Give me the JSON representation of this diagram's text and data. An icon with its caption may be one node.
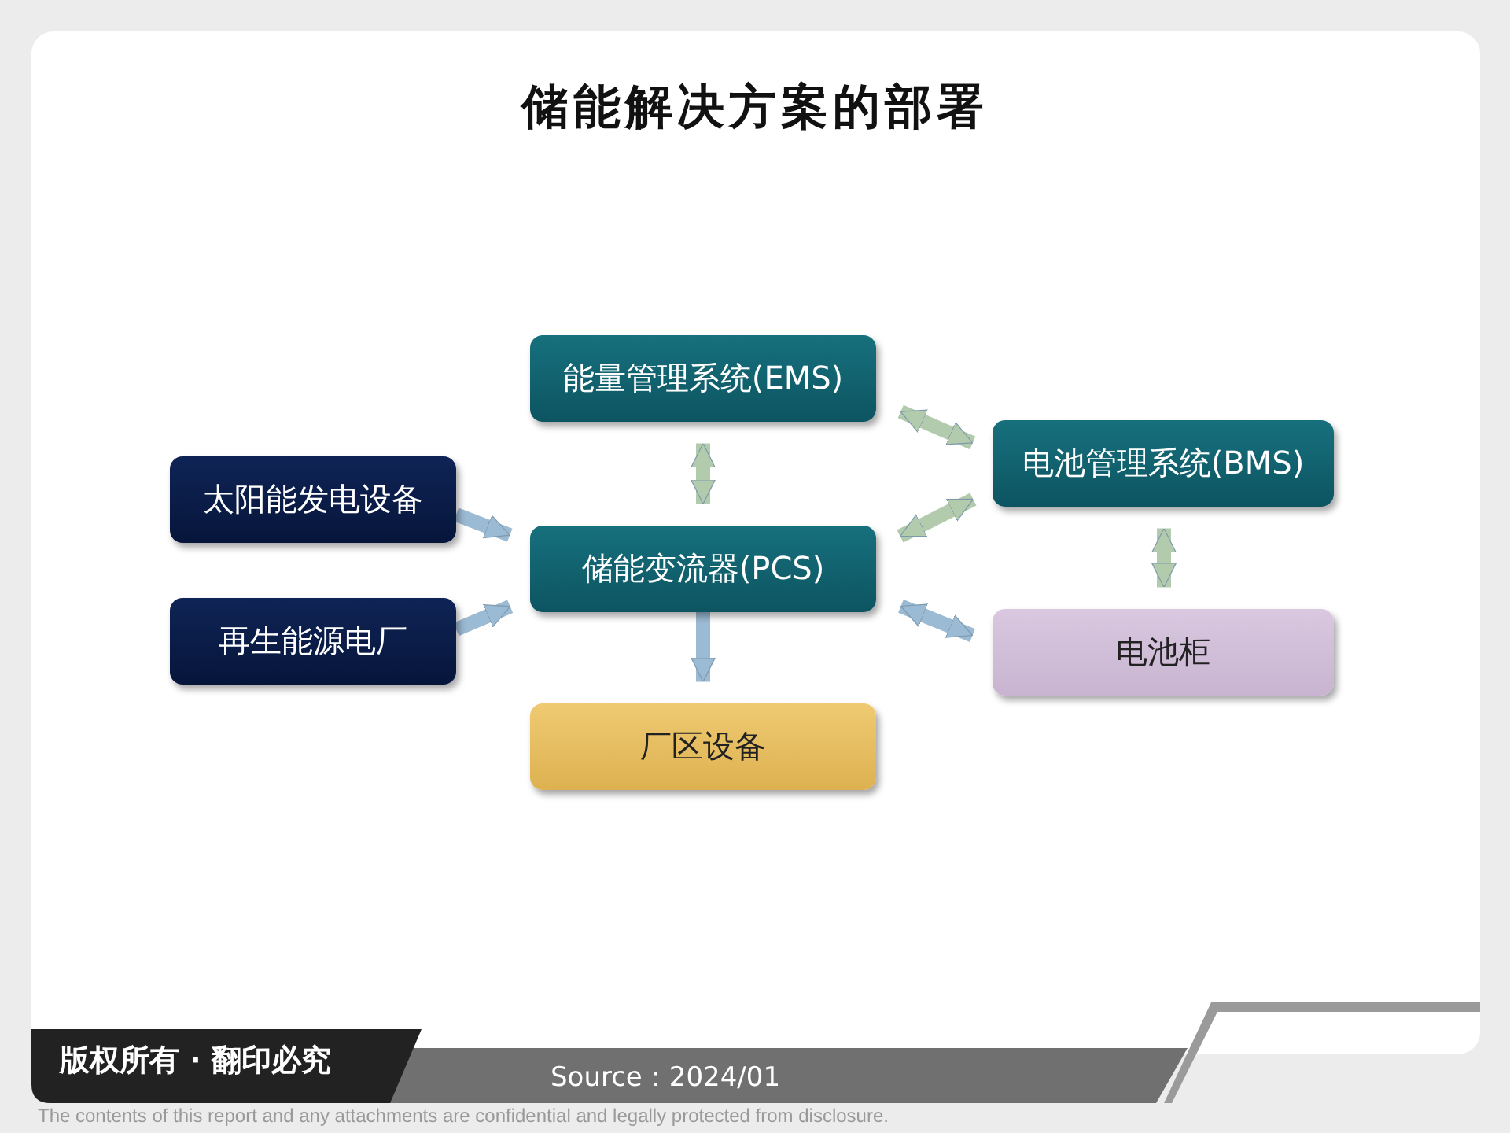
{
  "diagram": {
    "title": "储能解决方案的部署",
    "nodes": [
      {
        "text": [
          "太阳能发电设备"
        ]
      },
      {
        "text": [
          "再生能源电厂"
        ]
      },
      {
        "text": [
          "能量管理系统(EMS)"
        ]
      },
      {
        "text": [
          "储能变流器(PCS)"
        ]
      },
      {
        "text": [
          "厂区设备"
        ]
      },
      {
        "text": [
          "电池管理系统(BMS)"
        ]
      },
      {
        "text": [
          "电池柜"
        ]
      }
    ],
    "edges": [
      {
        "from": 0,
        "to": 3,
        "arrow": "to",
        "color": "#9bbad3"
      },
      {
        "from": 1,
        "to": 3,
        "arrow": "to",
        "color": "#9bbad3"
      },
      {
        "from": 2,
        "to": 3,
        "arrow": "both",
        "color": "#b3cbad"
      },
      {
        "from": 2,
        "to": 5,
        "arrow": "both",
        "color": "#b3cbad"
      },
      {
        "from": 3,
        "to": 5,
        "arrow": "both",
        "color": "#b3cbad"
      },
      {
        "from": 3,
        "to": 6,
        "arrow": "both",
        "color": "#9bbad3"
      },
      {
        "from": 3,
        "to": 4,
        "arrow": "to",
        "color": "#9bbad3"
      },
      {
        "from": 5,
        "to": 6,
        "arrow": "both",
        "color": "#b3cbad"
      }
    ],
    "labels": [
      "版权所有 · 翻印必究",
      "Source：2024/01",
      "The contents of this report and any attachments are confidential and legally protected from disclosure."
    ]
  }
}
